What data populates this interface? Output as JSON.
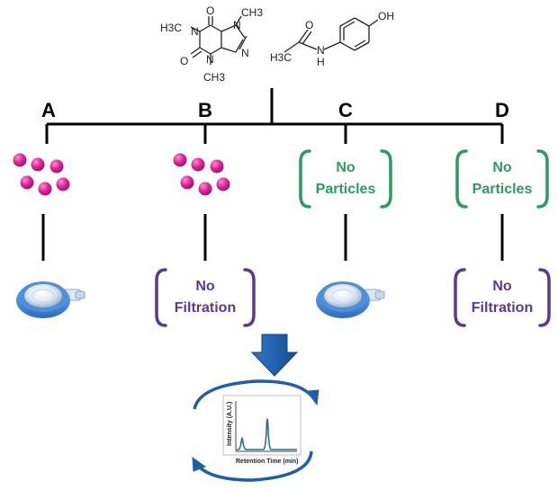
{
  "molecules": {
    "caffeine": {
      "atoms": [
        "H3C",
        "N",
        "O",
        "O",
        "N",
        "N",
        "N",
        "CH3",
        "CH3"
      ]
    },
    "acetaminophen": {
      "atoms": [
        "OH",
        "O",
        "H3C",
        "N",
        "H"
      ]
    }
  },
  "branches": [
    {
      "label": "A",
      "top": "particles",
      "bottom": "filter"
    },
    {
      "label": "B",
      "top": "particles",
      "bottom": "no-filtration"
    },
    {
      "label": "C",
      "top": "no-particles",
      "bottom": "filter"
    },
    {
      "label": "D",
      "top": "no-particles",
      "bottom": "no-filtration"
    }
  ],
  "labels": {
    "no_particles_line1": "No",
    "no_particles_line2": "Particles",
    "no_filtration_line1": "No",
    "no_filtration_line2": "Filtration"
  },
  "colors": {
    "particle": "#e0269c",
    "no_particles": "#2e9a63",
    "no_filtration": "#5b3a8a",
    "arrow": "#1f5fa8",
    "chromatogram": "#2a6f86"
  },
  "chromatogram": {
    "xlabel": "Retention Time (min)",
    "ylabel": "Intensity (A.U.)"
  }
}
